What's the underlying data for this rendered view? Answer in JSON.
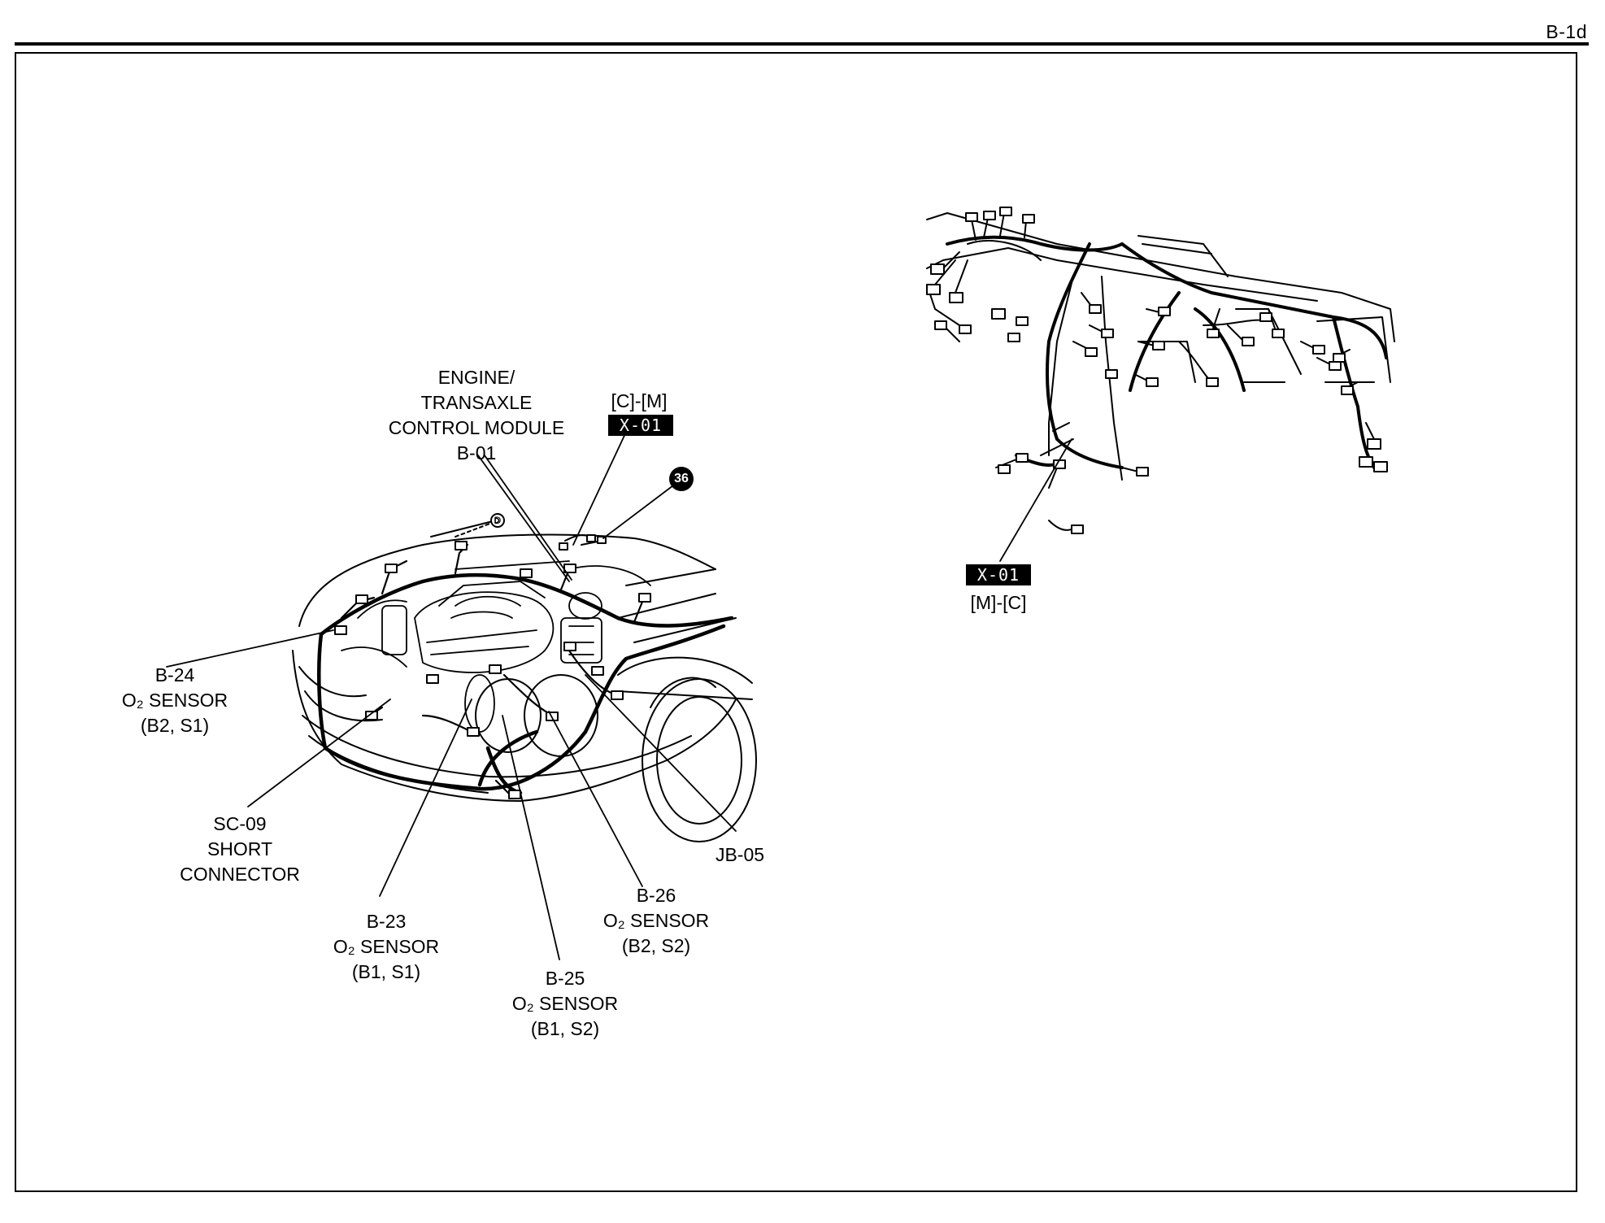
{
  "page": {
    "code": "B-1d"
  },
  "engine_view": {
    "ecm_label": [
      "ENGINE/",
      "TRANSAXLE",
      "CONTROL MODULE",
      "B-01"
    ],
    "connector_range_top": "[C]-[M]",
    "connector_badge_top": "X-01",
    "ground_point": "36",
    "hidden_marker": "D",
    "callouts": [
      {
        "code": "B-24",
        "line2": "O₂ SENSOR",
        "line3": "(B2, S1)"
      },
      {
        "code": "SC-09",
        "line2": "SHORT",
        "line3": "CONNECTOR"
      },
      {
        "code": "B-23",
        "line2": "O₂ SENSOR",
        "line3": "(B1, S1)"
      },
      {
        "code": "B-25",
        "line2": "O₂ SENSOR",
        "line3": "(B1, S2)"
      },
      {
        "code": "B-26",
        "line2": "O₂ SENSOR",
        "line3": "(B2, S2)"
      },
      {
        "code": "JB-05",
        "line2": "",
        "line3": ""
      }
    ]
  },
  "dash_view": {
    "connector_badge": "X-01",
    "connector_range": "[M]-[C]"
  }
}
